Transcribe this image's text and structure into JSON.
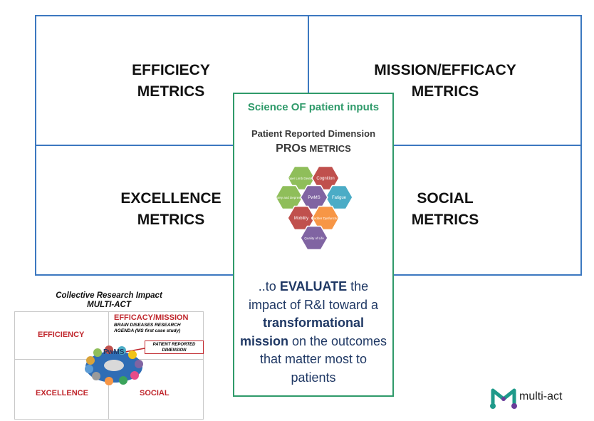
{
  "quadrants": {
    "top_left": "EFFICIECY\nMETRICS",
    "top_right": "MISSION/EFFICACY\nMETRICS",
    "bottom_left": "EXCELLENCE\nMETRICS",
    "bottom_right": "SOCIAL\nMETRICS"
  },
  "center": {
    "header": "Science OF patient inputs",
    "subheader": "Patient Reported Dimension",
    "pros_strong": "PROs",
    "pros_rest": " METRICS",
    "statement_1": "..to ",
    "statement_bold_1": "EVALUATE",
    "statement_2": " the impact of R&I toward a ",
    "statement_bold_2": "transformational mission",
    "statement_3": " on the outcomes that matter most to patients"
  },
  "hexagons": [
    {
      "label": "Upper Limb Dexterity",
      "color": "#8fbe5a"
    },
    {
      "label": "Cognition",
      "color": "#c0504d"
    },
    {
      "label": "Anxiety and Depression",
      "color": "#8fbe5a"
    },
    {
      "label": "Fatigue",
      "color": "#4bacc6"
    },
    {
      "label": "PwMS",
      "color": "#8064a2"
    },
    {
      "label": "Mobility",
      "color": "#c0504d"
    },
    {
      "label": "Bladder Dysfunction",
      "color": "#f79646"
    },
    {
      "label": "Quality of Life",
      "color": "#8064a2"
    }
  ],
  "mini_diagram": {
    "title_1": "Collective Research Impact",
    "title_2": "MULTI-ACT",
    "efficiency": "EFFICIENCY",
    "efficacy": "EFFICACY/MISSION",
    "efficacy_sub_1": "BRAIN DISEASES RESEARCH",
    "efficacy_sub_2": "AGENDA (MS first case study)",
    "pwms": "PwMS",
    "prd_1": "PATIENT REPORTED",
    "prd_2": "DIMENSION",
    "excellence": "EXCELLENCE",
    "social": "SOCIAL"
  },
  "logo": {
    "text": "multi-act"
  },
  "colors": {
    "quadrant_border": "#3c78c0",
    "center_border": "#2f9a6a",
    "statement_text": "#1f3864",
    "mini_label": "#c0272d"
  }
}
